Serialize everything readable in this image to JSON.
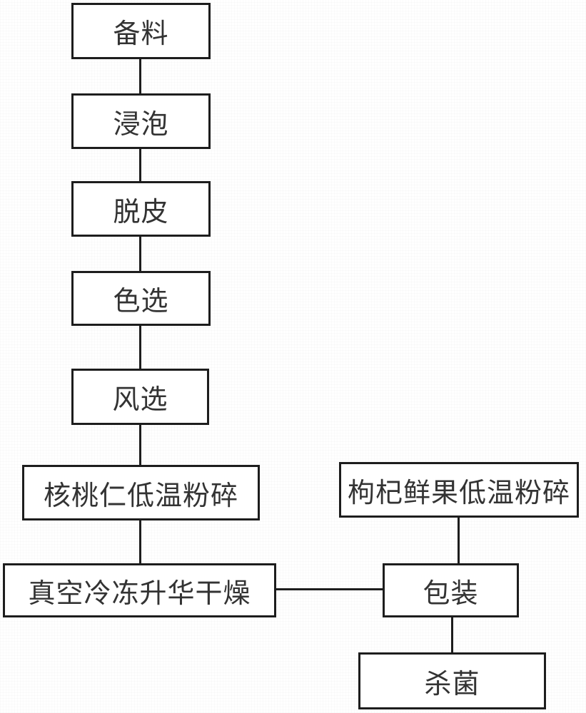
{
  "flowchart": {
    "description": "Production process flow diagram",
    "nodes": {
      "beiliao": {
        "label": "备料"
      },
      "jinpao": {
        "label": "浸泡"
      },
      "tuopi": {
        "label": "脱皮"
      },
      "sexuan": {
        "label": "色选"
      },
      "fengxuan": {
        "label": "风选"
      },
      "hetao": {
        "label": "核桃仁低温粉碎"
      },
      "gouqi": {
        "label": "枸杞鲜果低温粉碎"
      },
      "zhenkong": {
        "label": "真空冷冻升华干燥"
      },
      "baozhuang": {
        "label": "包装"
      },
      "shajun": {
        "label": "杀菌"
      }
    },
    "edges": [
      {
        "from": "备料",
        "to": "浸泡"
      },
      {
        "from": "浸泡",
        "to": "脱皮"
      },
      {
        "from": "脱皮",
        "to": "色选"
      },
      {
        "from": "色选",
        "to": "风选"
      },
      {
        "from": "风选",
        "to": "核桃仁低温粉碎"
      },
      {
        "from": "核桃仁低温粉碎",
        "to": "真空冷冻升华干燥"
      },
      {
        "from": "枸杞鲜果低温粉碎",
        "to": "包装"
      },
      {
        "from": "真空冷冻升华干燥",
        "to": "包装"
      },
      {
        "from": "包装",
        "to": "杀菌"
      }
    ],
    "colors": {
      "line": "#1d1d1d",
      "text": "#333333",
      "box_fill": "#ffffff",
      "background": "#ffffff"
    }
  }
}
